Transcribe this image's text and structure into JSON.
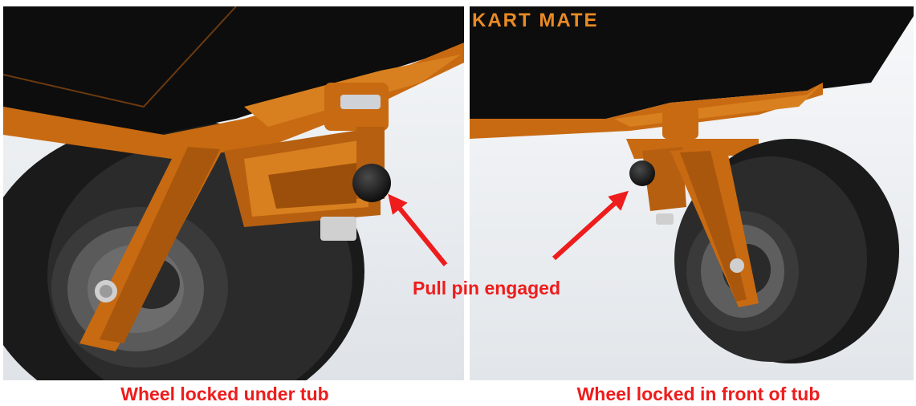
{
  "brand": {
    "logo_text": "KART MATE"
  },
  "captions": {
    "left": "Wheel locked under tub",
    "right": "Wheel locked in front of tub"
  },
  "callout": {
    "label": "Pull pin engaged"
  },
  "colors": {
    "accent": "#ee1c1c",
    "frame_orange": "#c86a12",
    "tub_black": "#0d0d0d",
    "tire_black": "#1e1e1e"
  }
}
